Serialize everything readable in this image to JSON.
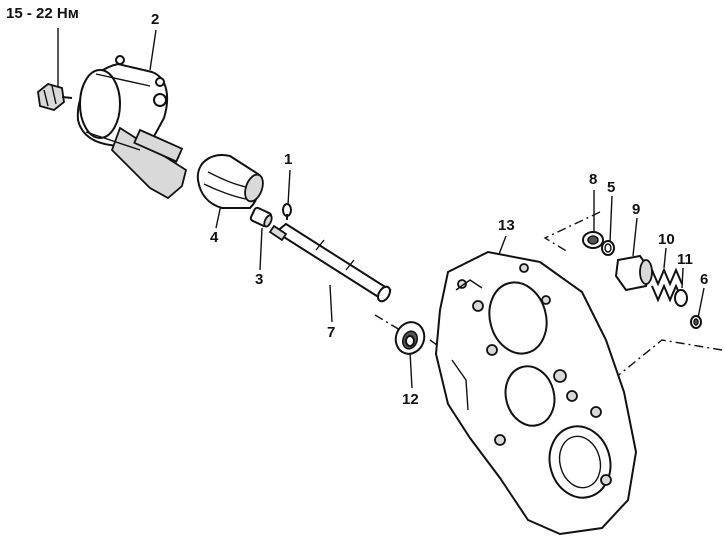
{
  "torque_label": "15 - 22 Нм",
  "callouts": {
    "c1": "1",
    "c2": "2",
    "c3": "3",
    "c4": "4",
    "c5": "5",
    "c6": "6",
    "c7": "7",
    "c8": "8",
    "c9": "9",
    "c10": "10",
    "c11": "11",
    "c12": "12",
    "c13": "13"
  },
  "colors": {
    "ink": "#111111",
    "paper": "#ffffff"
  }
}
